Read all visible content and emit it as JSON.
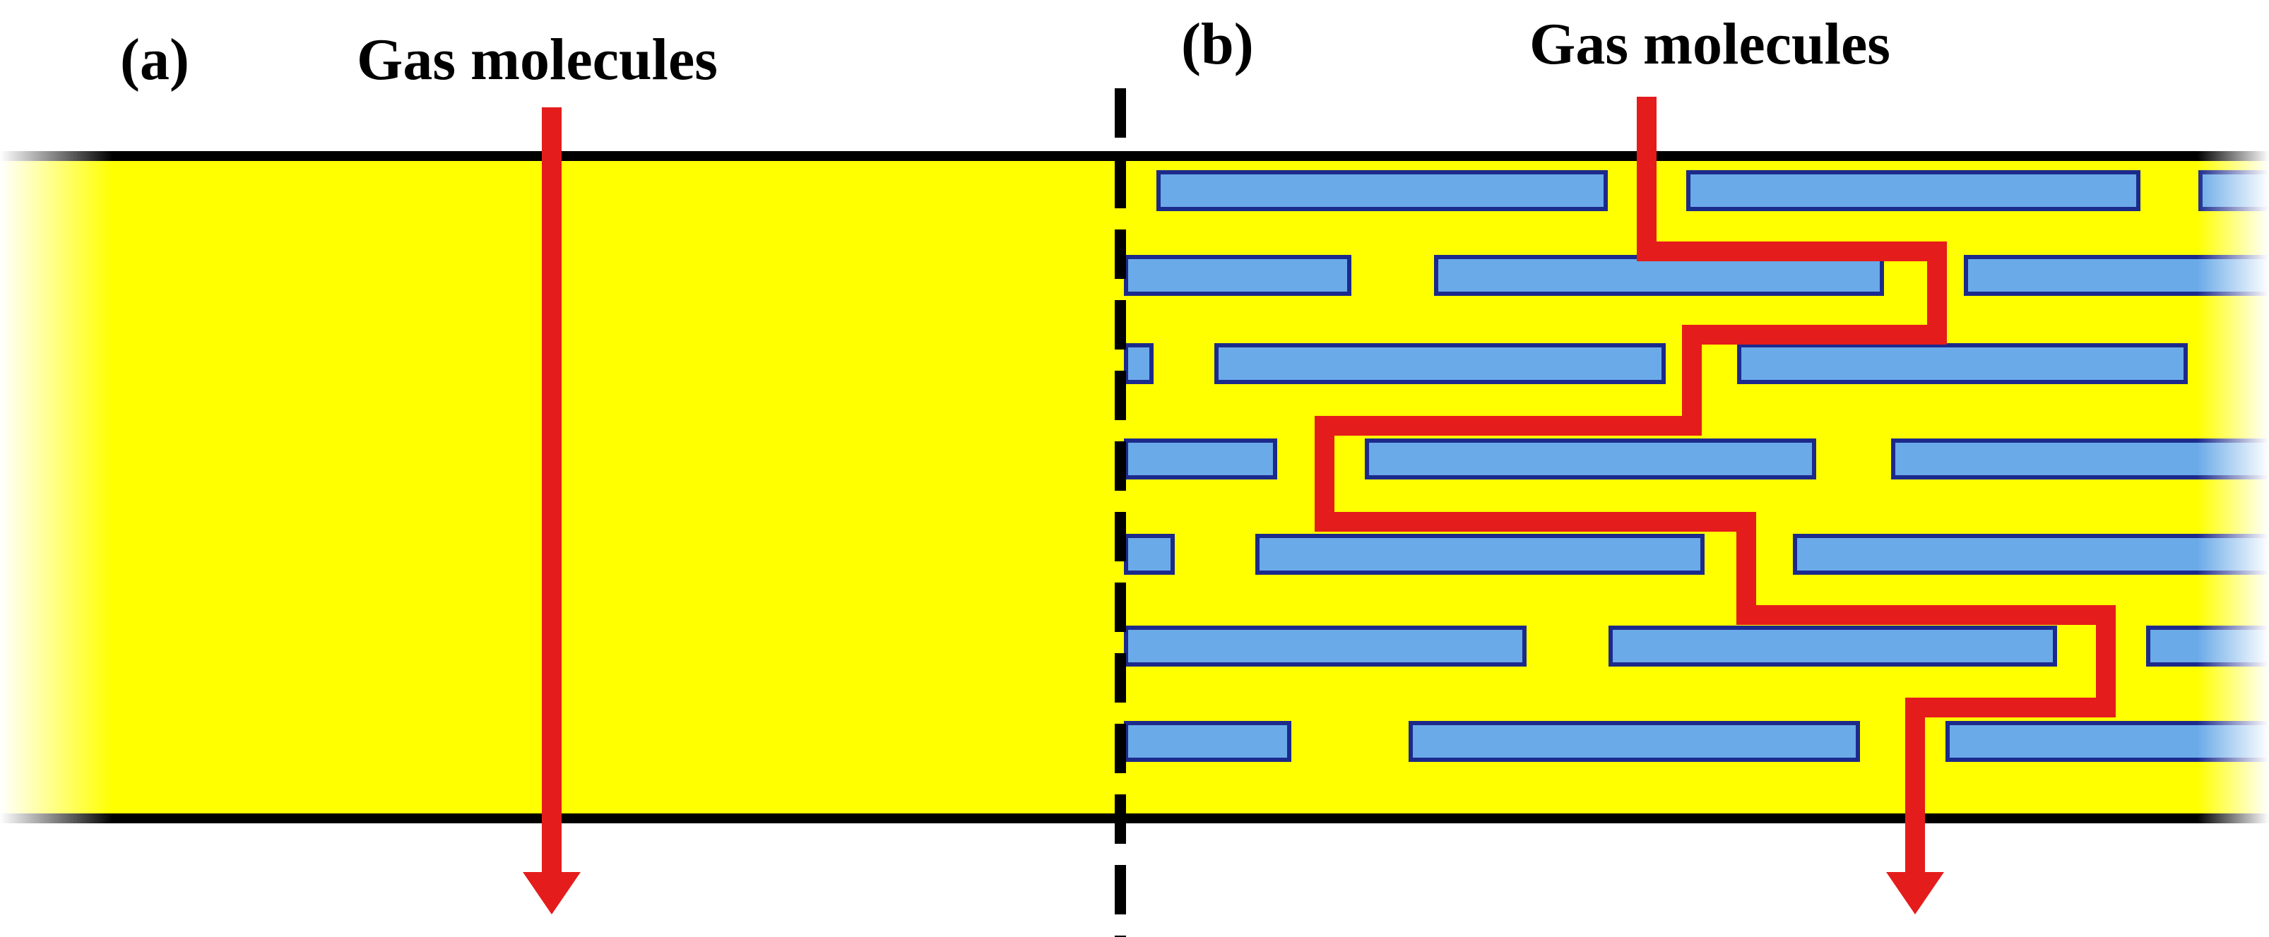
{
  "panels": [
    {
      "tag": "(a)",
      "label": "Gas molecules"
    },
    {
      "tag": "(b)",
      "label": "Gas molecules"
    }
  ],
  "colors": {
    "matrix": "#ffff00",
    "platelet_fill": "#6aaae8",
    "platelet_border": "#1c2a8c",
    "path": "#e51c1c",
    "boundary": "#000000",
    "divider": "#000000"
  }
}
